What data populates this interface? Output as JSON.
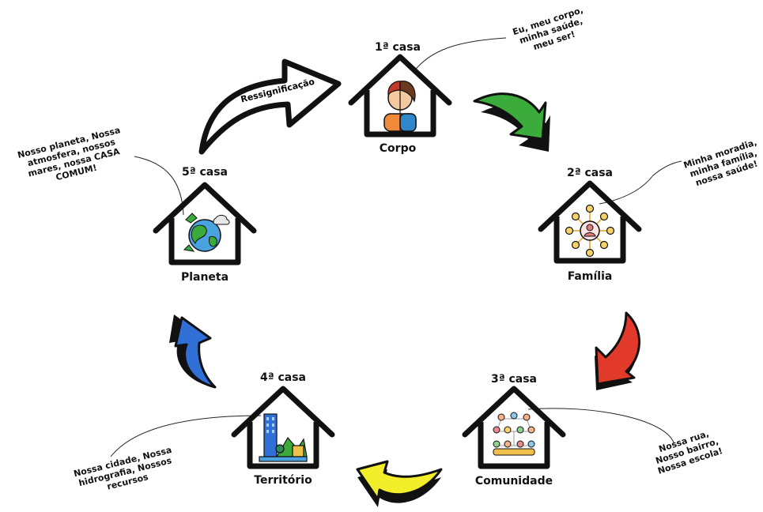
{
  "houses": [
    {
      "casa": "1ª casa",
      "name": "Corpo",
      "note": [
        "Eu, meu corpo,",
        "minha saúde,",
        "meu ser!"
      ]
    },
    {
      "casa": "2ª casa",
      "name": "Família",
      "note": [
        "Minha moradia,",
        "minha família,",
        "nossa saúde!"
      ]
    },
    {
      "casa": "3ª casa",
      "name": "Comunidade",
      "note": [
        "Nossa rua,",
        "Nosso bairro,",
        "Nossa escola!"
      ]
    },
    {
      "casa": "4ª casa",
      "name": "Território",
      "note": [
        "Nossa cidade, Nossa",
        "hidrografia, Nossos",
        "recursos"
      ]
    },
    {
      "casa": "5ª casa",
      "name": "Planeta",
      "note": [
        "Nosso planeta, Nossa",
        "atmosfera, nossos",
        "mares, nossa CASA",
        "COMUM!"
      ]
    }
  ],
  "big_arrow_label": "Ressignificação",
  "arrow_colors": {
    "green": "#3bab3b",
    "red": "#e23a2a",
    "yellow": "#f2ee2a",
    "blue": "#2f6fd6",
    "outline": "#111111"
  },
  "icons": [
    "person-icon",
    "family-network-icon",
    "community-icon",
    "city-icon",
    "planet-icon"
  ]
}
